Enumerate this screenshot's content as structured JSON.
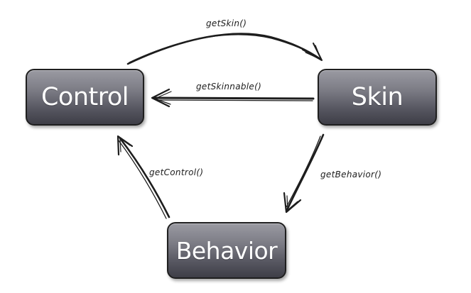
{
  "nodes": {
    "control": "Control",
    "skin": "Skin",
    "behavior": "Behavior"
  },
  "edges": {
    "get_skin": "getSkin()",
    "get_skinnable": "getSkinnable()",
    "get_behavior": "getBehavior()",
    "get_control": "getControl()"
  }
}
